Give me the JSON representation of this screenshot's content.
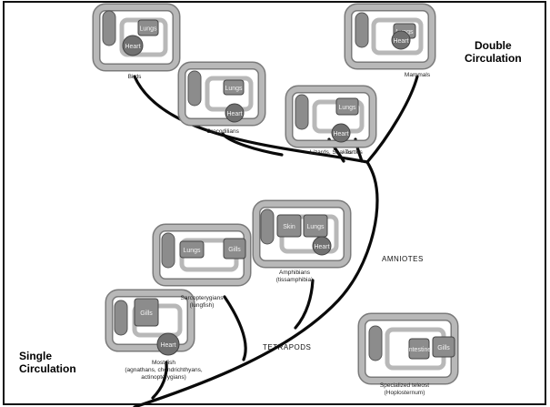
{
  "headings": {
    "double": [
      "Double",
      "Circulation"
    ],
    "single": [
      "Single",
      "Circulation"
    ]
  },
  "clade_labels": {
    "amniotes": "AMNIOTES",
    "tetrapods": "TETRAPODS"
  },
  "taxa": {
    "birds": {
      "name": [
        "Birds"
      ],
      "organs": [
        "Lungs",
        "Heart"
      ]
    },
    "mammals": {
      "name": [
        "Mammals"
      ],
      "organs": [
        "Lungs",
        "Heart"
      ]
    },
    "crocodilians": {
      "name": [
        "Crocodilians"
      ],
      "organs": [
        "Lungs",
        "Heart"
      ]
    },
    "lizards_snakes": {
      "name": [
        "Lizards, Snakes"
      ],
      "organs": []
    },
    "turtles": {
      "name": [
        "Turtles"
      ],
      "organs": [
        "Lungs",
        "Heart"
      ]
    },
    "amphibians": {
      "name": [
        "Amphibians",
        "(tissamphibia)"
      ],
      "organs": [
        "Skin",
        "Lungs",
        "Heart"
      ]
    },
    "sarcopterygians": {
      "name": [
        "Sarcopterygians",
        "(lungfish)"
      ],
      "organs": [
        "Lungs",
        "Gills"
      ]
    },
    "most_fish": {
      "name": [
        "Most fish",
        "(agnathans, chondrichthyans,",
        "actinopterygians)"
      ],
      "organs": [
        "Heart",
        "Gills"
      ]
    },
    "teleost": {
      "name": [
        "Specialized teleost",
        "(Hoplosternum)"
      ],
      "organs": [
        "Intestine",
        "Gills"
      ]
    }
  },
  "colors": {
    "tree": "#0a0a0a",
    "vessel": "#b8b8b8",
    "vessel_edge": "#7a7a7a",
    "organ": "#8c8c8c",
    "heart": "#707070",
    "text": "#222222"
  }
}
